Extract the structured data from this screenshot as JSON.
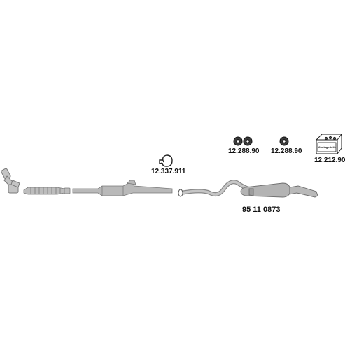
{
  "parts": {
    "clamp_number": "12.337.911",
    "rubber_mount_left_number": "12.288.90",
    "rubber_mount_right_number": "12.288.90",
    "mounting_kit_number": "12.212.90",
    "mounting_kit_box_text": "Montage-teile",
    "rear_section_number": "95 11 0873"
  },
  "colors": {
    "pipe_fill": "#b9b9b9",
    "pipe_stroke": "#7a7a7a",
    "outline": "#222222",
    "label": "#111111"
  },
  "icons": {
    "clamp": "pipe-clamp-icon",
    "mount": "rubber-mount-icon",
    "kit": "mounting-kit-box-icon"
  }
}
